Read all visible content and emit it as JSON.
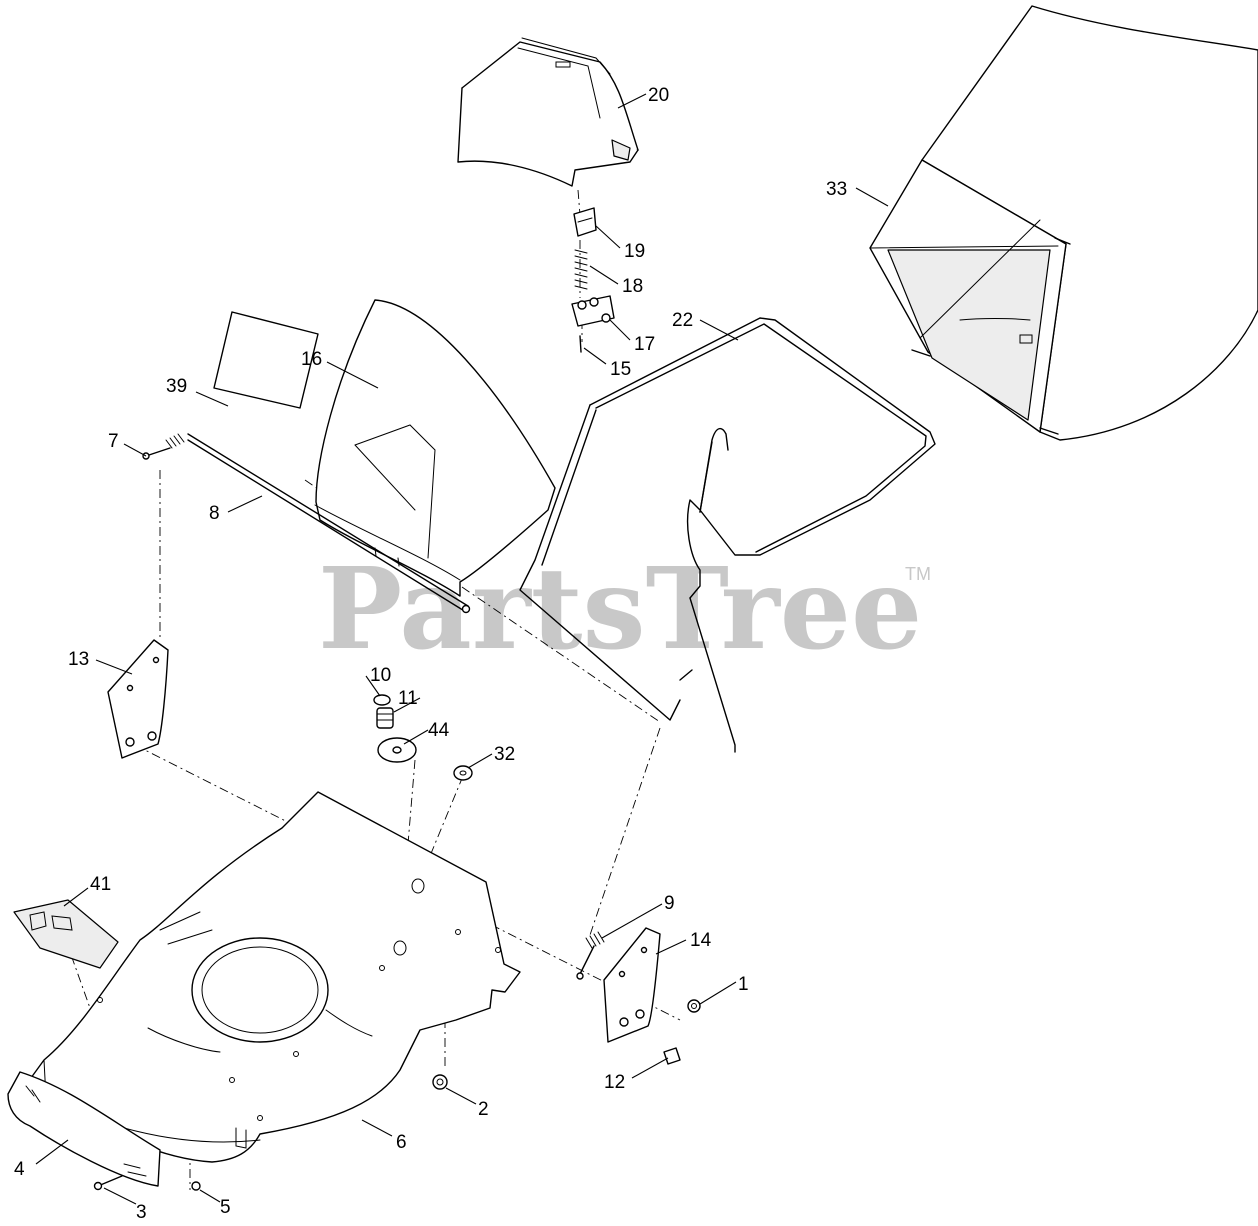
{
  "watermark": {
    "brand": "PartsTree",
    "trademark": "TM",
    "color": "#c8c8c8"
  },
  "callouts": {
    "c1": "1",
    "c2": "2",
    "c3": "3",
    "c4": "4",
    "c5": "5",
    "c6": "6",
    "c7": "7",
    "c8": "8",
    "c9": "9",
    "c10": "10",
    "c11": "11",
    "c12": "12",
    "c13": "13",
    "c14": "14",
    "c15": "15",
    "c16": "16",
    "c17": "17",
    "c18": "18",
    "c19": "19",
    "c20": "20",
    "c22": "22",
    "c32": "32",
    "c33": "33",
    "c39": "39",
    "c41": "41",
    "c44": "44"
  },
  "colors": {
    "line": "#000000",
    "background": "#ffffff",
    "shade": "#ededed"
  }
}
